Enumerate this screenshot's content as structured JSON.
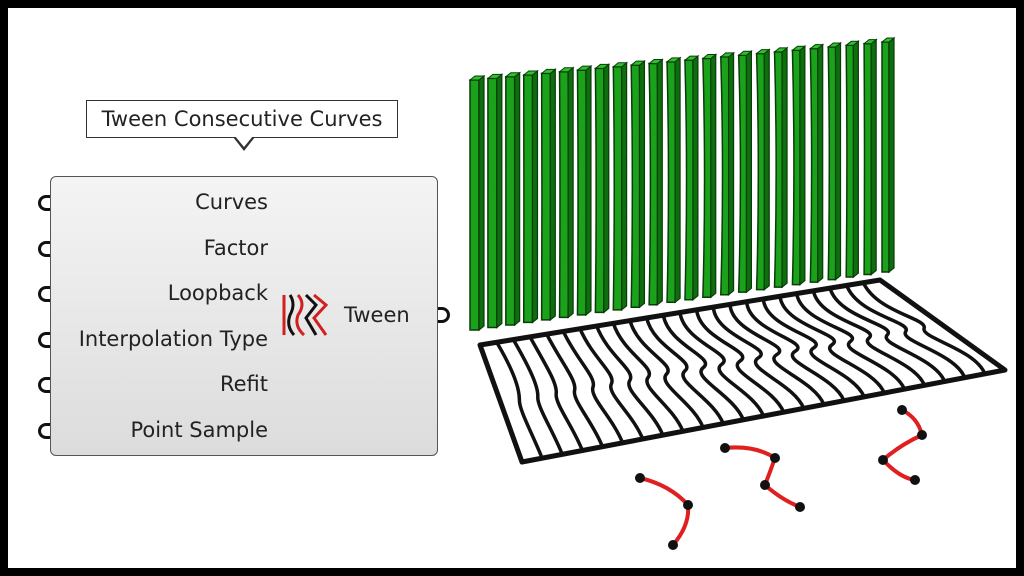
{
  "tooltip": "Tween Consecutive Curves",
  "component": {
    "inputs": [
      "Curves",
      "Factor",
      "Loopback",
      "Interpolation Type",
      "Refit",
      "Point Sample"
    ],
    "output": "Tween",
    "icon": "tween-curves-icon"
  },
  "colors": {
    "bars": "#1aa31a",
    "curves": "#111111",
    "source_curves": "#e02020",
    "points": "#111111"
  }
}
